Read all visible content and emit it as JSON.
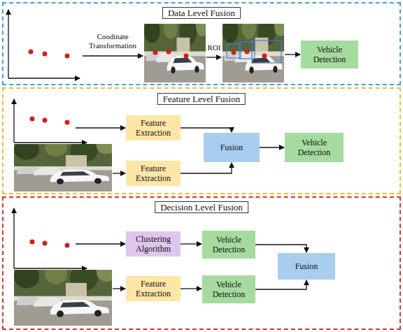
{
  "diagram": {
    "nodes": [
      {
        "text": [
          "Data Level Fusion"
        ]
      },
      {
        "text": [
          "Vehicle Detection"
        ],
        "in": 0
      },
      {
        "text": [
          "Feature Level Fusion"
        ]
      },
      {
        "text": [
          "Feature Extraction"
        ],
        "in": 2
      },
      {
        "text": [
          "Feature Extraction"
        ],
        "in": 2
      },
      {
        "text": [
          "Fusion"
        ],
        "in": 2
      },
      {
        "text": [
          "Vehicle Detection"
        ],
        "in": 2
      },
      {
        "text": [
          "Decision Level Fusion"
        ]
      },
      {
        "text": [
          "Clustering Algorithm"
        ],
        "in": 7
      },
      {
        "text": [
          "Vehicle Detection"
        ],
        "in": 7
      },
      {
        "text": [
          "Feature Extraction"
        ],
        "in": 7
      },
      {
        "text": [
          "Vehicle Detection"
        ],
        "in": 7
      },
      {
        "text": [
          "Fusion"
        ],
        "in": 7
      }
    ],
    "edges": [
      {
        "from": 3,
        "to": 5,
        "arrow": "to"
      },
      {
        "from": 4,
        "to": 5,
        "arrow": "to"
      },
      {
        "from": 5,
        "to": 6,
        "arrow": "to"
      },
      {
        "from": 8,
        "to": 9,
        "arrow": "to"
      },
      {
        "from": 9,
        "to": 12,
        "arrow": "to"
      },
      {
        "from": 10,
        "to": 11,
        "arrow": "to"
      },
      {
        "from": 11,
        "to": 12,
        "arrow": "to"
      }
    ],
    "labels": [
      "Coodinate Transformation",
      "ROI"
    ]
  }
}
